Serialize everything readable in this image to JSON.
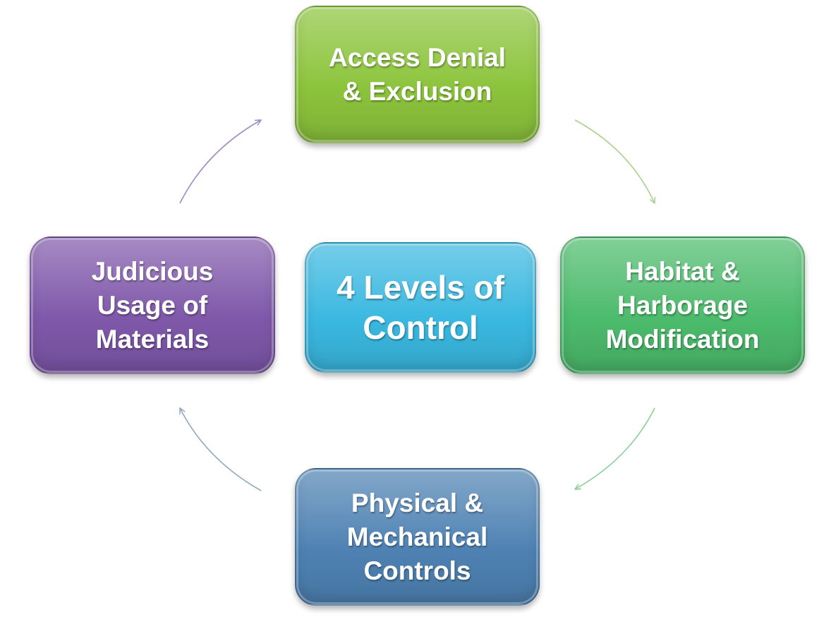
{
  "diagram": {
    "center": {
      "lines": [
        "4 Levels of",
        "Control"
      ],
      "color": "#3ab8e0"
    },
    "access_denial": {
      "lines": [
        "Access Denial",
        "& Exclusion"
      ],
      "color": "#8cc43c"
    },
    "habitat_modification": {
      "lines": [
        "Habitat &",
        "Harborage",
        "Modification"
      ],
      "color": "#4cbb6c"
    },
    "physical_controls": {
      "lines": [
        "Physical &",
        "Mechanical",
        "Controls"
      ],
      "color": "#4e82b3"
    },
    "judicious_usage": {
      "lines": [
        "Judicious",
        "Usage of",
        "Materials"
      ],
      "color": "#7f58aa"
    },
    "arrow_colors": {
      "access_to_habitat": "#a9d18e",
      "habitat_to_physical": "#8ccf97",
      "physical_to_judicious": "#8fa9c4",
      "judicious_to_access": "#a08ac6"
    }
  }
}
